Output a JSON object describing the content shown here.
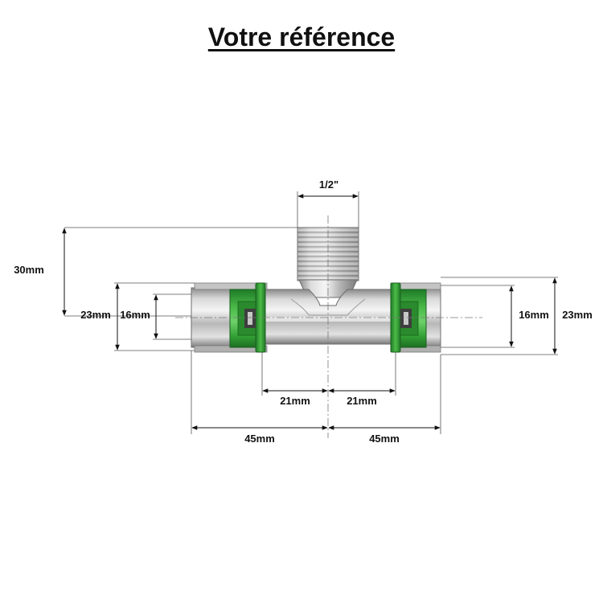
{
  "title": "Votre référence",
  "dimensions": {
    "thread": "1/2\"",
    "height": "30mm",
    "left_outer": "23mm",
    "left_inner": "16mm",
    "right_inner": "16mm",
    "right_outer": "23mm",
    "left_half_body": "21mm",
    "right_half_body": "21mm",
    "left_total": "45mm",
    "right_total": "45mm"
  },
  "colors": {
    "ring_green": "#3aa635",
    "ring_green_dark": "#1f7a26",
    "metal_light": "#e8e8e8",
    "metal_mid": "#b9b9b9",
    "metal_dark": "#7d7d7d",
    "line": "#111111"
  }
}
